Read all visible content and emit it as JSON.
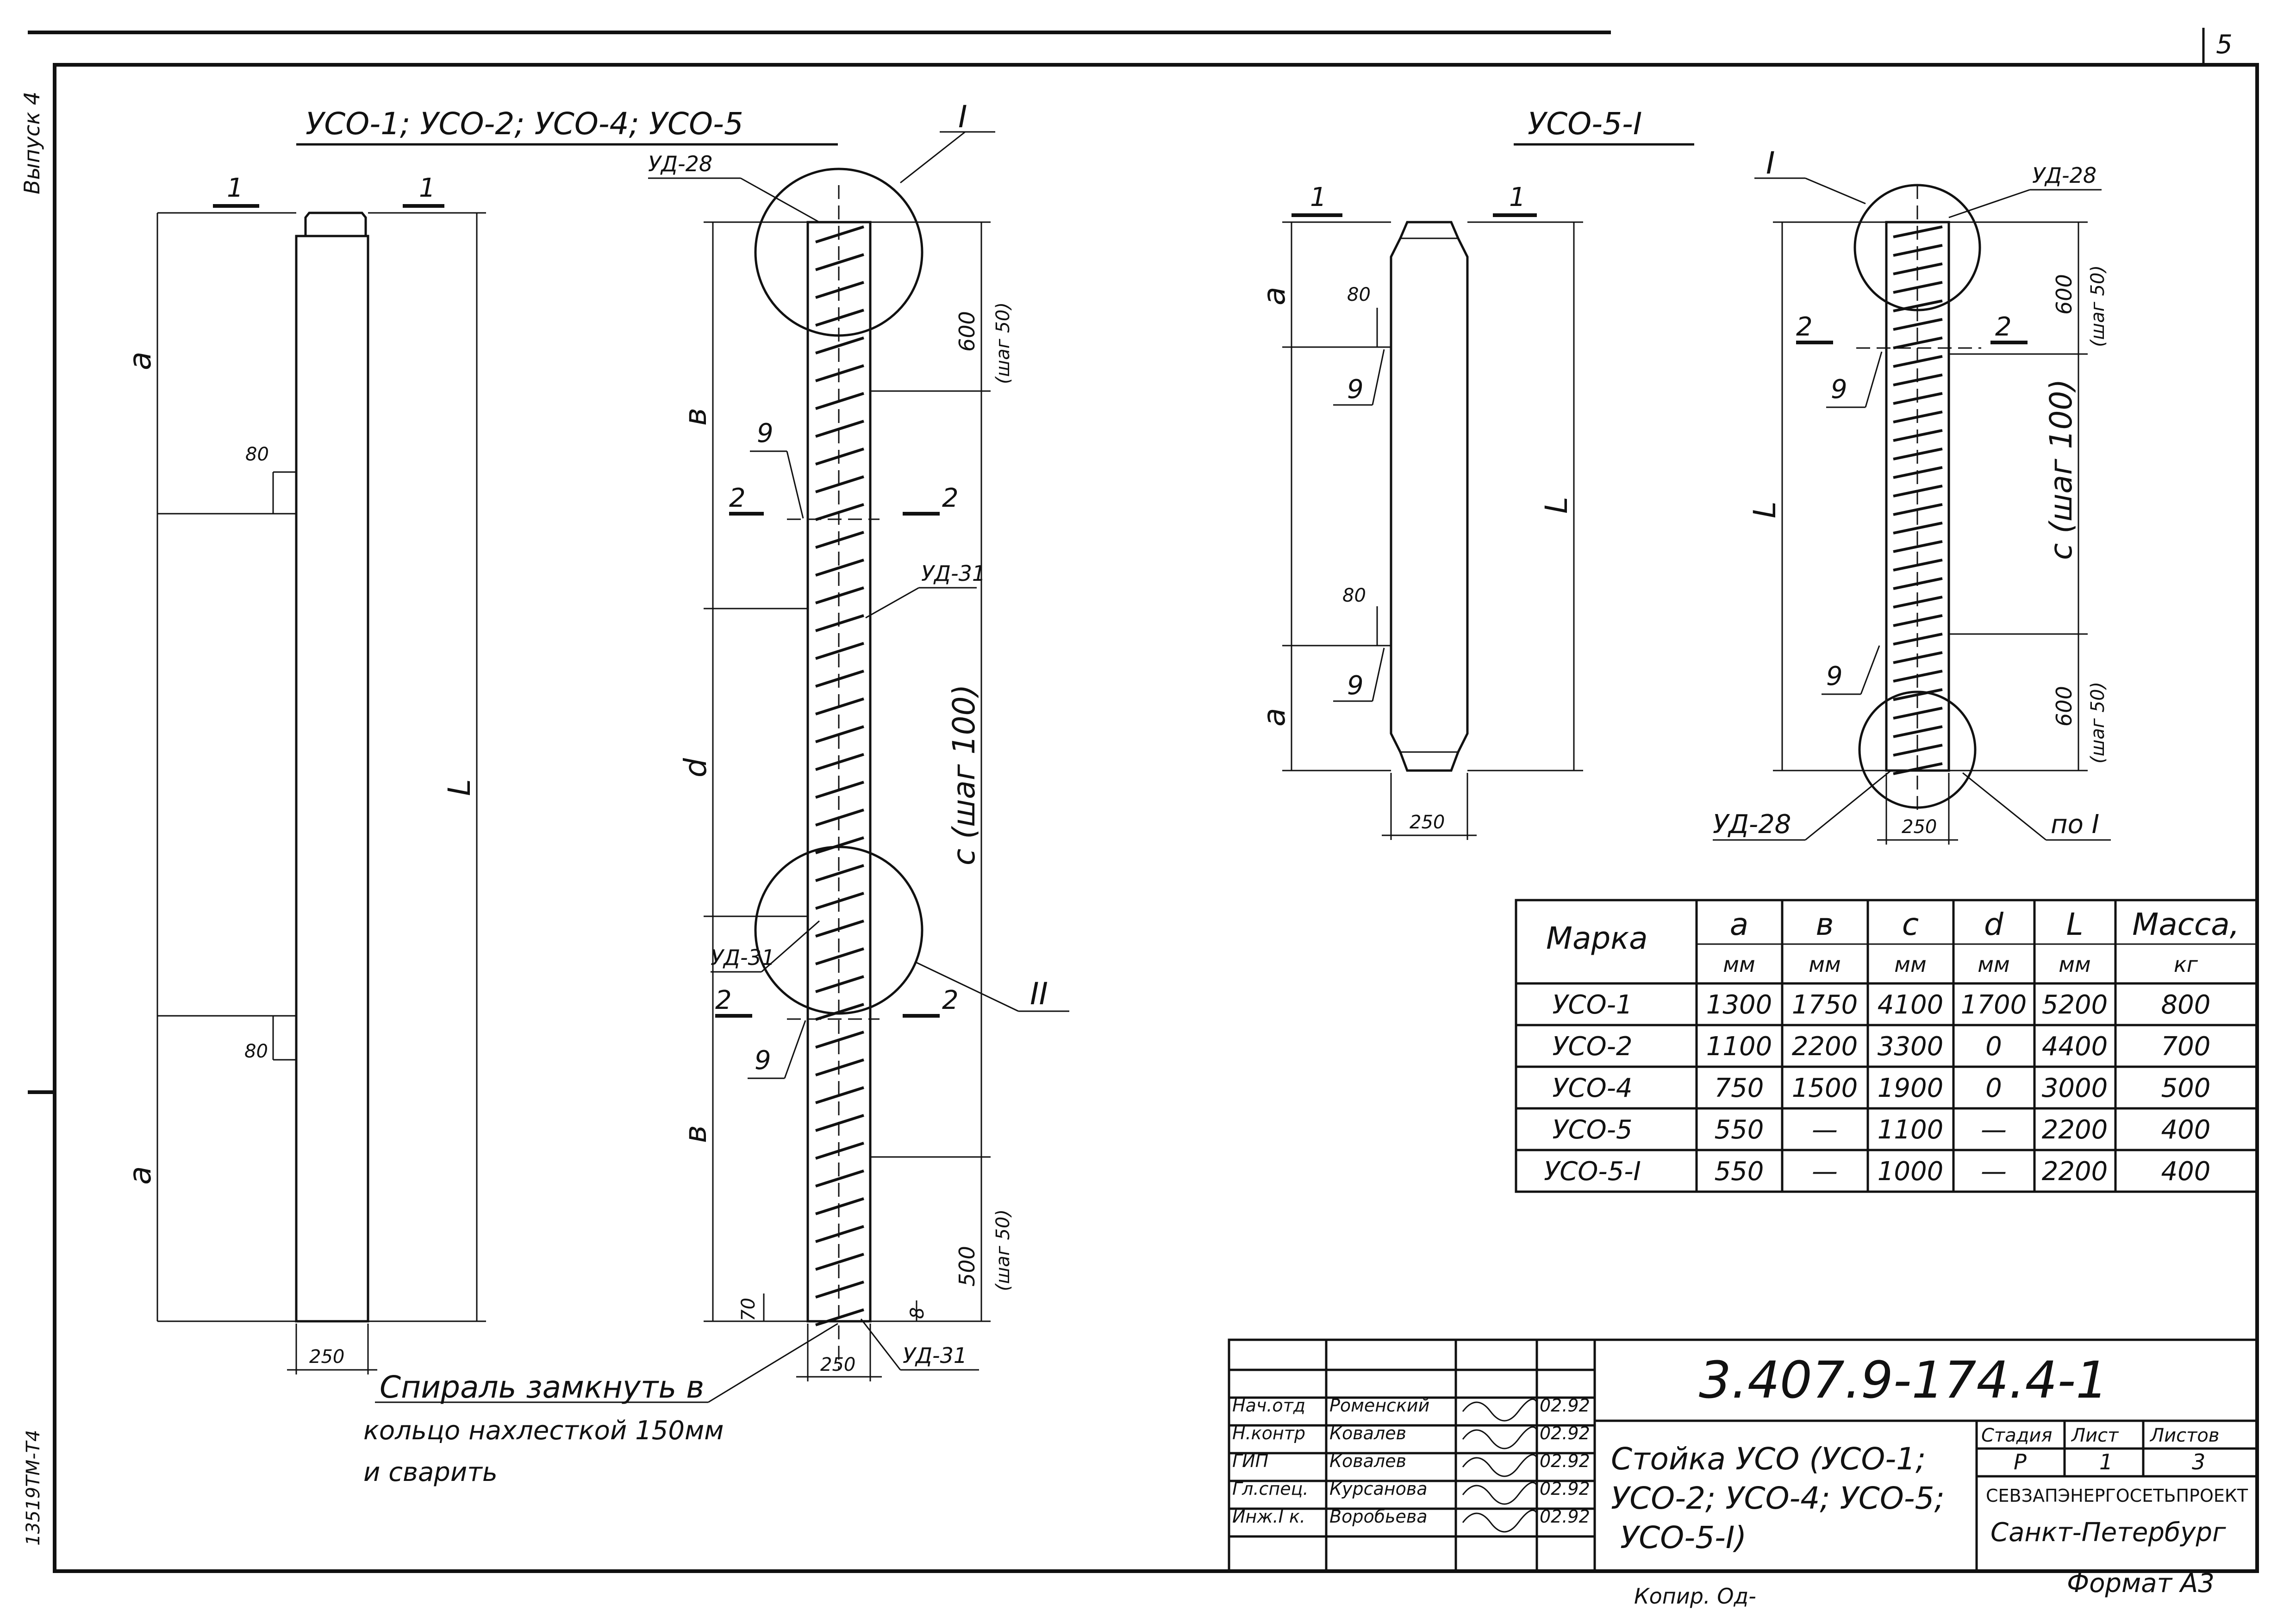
{
  "sheet": {
    "page_number": "5",
    "left_margin_top": "Выпуск 4",
    "left_margin_bottom": "13519ТМ-Т4"
  },
  "views": {
    "left_title": "УСО-1;  УСО-2;  УСО-4;  УСО-5",
    "right_title": "УСО-5-I",
    "section_1": "1",
    "section_2": "2",
    "callout_1": "I",
    "callout_2": "II",
    "dim_a": "a",
    "dim_b": "в",
    "dim_c_label": "с (шаг 100)",
    "dim_d": "d",
    "dim_l": "L",
    "dim_80": "80",
    "dim_250": "250",
    "dim_600": "600",
    "dim_600_step": "(шаг 50)",
    "dim_500": "500",
    "dim_500_step": "(шаг 50)",
    "dim_70": "70",
    "dim_8": "8",
    "part_9": "9",
    "ud28": "УД-28",
    "ud31": "УД-31",
    "po_I": "по I",
    "note_line1": "Спираль замкнуть в",
    "note_line2": "кольцо нахлесткой 150мм",
    "note_line3": "и сварить"
  },
  "table": {
    "header": {
      "mark": "Марка",
      "cols": [
        "a",
        "в",
        "c",
        "d",
        "L",
        "Масса,"
      ],
      "units": [
        "мм",
        "мм",
        "мм",
        "мм",
        "мм",
        "кг"
      ]
    },
    "rows": [
      [
        "УСО-1",
        "1300",
        "1750",
        "4100",
        "1700",
        "5200",
        "800"
      ],
      [
        "УСО-2",
        "1100",
        "2200",
        "3300",
        "0",
        "4400",
        "700"
      ],
      [
        "УСО-4",
        "750",
        "1500",
        "1900",
        "0",
        "3000",
        "500"
      ],
      [
        "УСО-5",
        "550",
        "—",
        "1100",
        "—",
        "2200",
        "400"
      ],
      [
        "УСО-5-I",
        "550",
        "—",
        "1000",
        "—",
        "2200",
        "400"
      ]
    ]
  },
  "title_block": {
    "code": "3.407.9-174.4-1",
    "name_line1": "Стойка УСО (УСО-1;",
    "name_line2": "УСО-2; УСО-4; УСО-5;",
    "name_line3": "УСО-5-I)",
    "stage_header": "Стадия",
    "sheet_header": "Лист",
    "sheets_header": "Листов",
    "stage": "Р",
    "sheet": "1",
    "sheets": "3",
    "org": "СЕВЗАПЭНЕРГОСЕТЬПРОЕКТ",
    "city": "Санкт-Петербург",
    "signers": [
      {
        "role": "Нач.отд",
        "name": "Роменский",
        "date": "02.92"
      },
      {
        "role": "Н.контр",
        "name": "Ковалев",
        "date": "02.92"
      },
      {
        "role": "ГИП",
        "name": "Ковалев",
        "date": "02.92"
      },
      {
        "role": "Гл.спец.",
        "name": "Курсанова",
        "date": "02.92"
      },
      {
        "role": "Инж.I к.",
        "name": "Воробьева",
        "date": "02.92"
      }
    ],
    "copied": "Копир. Од-",
    "format": "Формат А3"
  }
}
